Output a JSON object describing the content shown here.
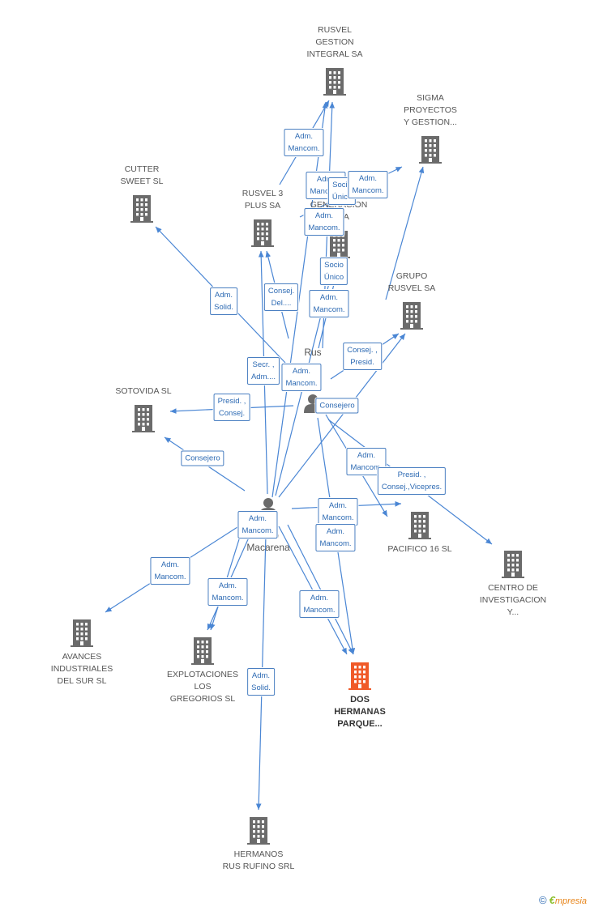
{
  "companies": [
    {
      "id": "rusvel-gestion",
      "name": "RUSVEL\nGESTION\nINTEGRAL SA",
      "label_pos": "above",
      "main": false
    },
    {
      "id": "sigma",
      "name": "SIGMA\nPROYECTOS\nY GESTION...",
      "label_pos": "above",
      "main": false
    },
    {
      "id": "cutter",
      "name": "CUTTER\nSWEET  SL",
      "label_pos": "above",
      "main": false
    },
    {
      "id": "rusvel3",
      "name": "RUSVEL 3\nPLUS SA",
      "label_pos": "above",
      "main": false
    },
    {
      "id": "generacion",
      "name": "GENERACION\n... SA",
      "label_pos": "above",
      "main": false
    },
    {
      "id": "grupo-rusvel",
      "name": "GRUPO\nRUSVEL SA",
      "label_pos": "above",
      "main": false
    },
    {
      "id": "sotovida",
      "name": "SOTOVIDA SL",
      "label_pos": "above",
      "main": false
    },
    {
      "id": "pacifico",
      "name": "PACIFICO 16 SL",
      "label_pos": "below",
      "main": false
    },
    {
      "id": "centro",
      "name": "CENTRO DE\nINVESTIGACION\nY...",
      "label_pos": "below",
      "main": false
    },
    {
      "id": "avances",
      "name": "AVANCES\nINDUSTRIALES\nDEL SUR SL",
      "label_pos": "below",
      "main": false
    },
    {
      "id": "explotaciones",
      "name": "EXPLOTACIONES\nLOS\nGREGORIOS  SL",
      "label_pos": "below",
      "main": false
    },
    {
      "id": "dos-hermanas",
      "name": "DOS\nHERMANAS\nPARQUE...",
      "label_pos": "below",
      "main": true
    },
    {
      "id": "hermanos",
      "name": "HERMANOS\nRUS RUFINO SRL",
      "label_pos": "below",
      "main": false
    }
  ],
  "persons": [
    {
      "id": "rus",
      "name": "Rus\n..."
    },
    {
      "id": "macarena",
      "name": "... no\nMacarena"
    }
  ],
  "edges": [
    {
      "from": "rus",
      "to": "rusvel-gestion"
    },
    {
      "from": "rus",
      "to": "rusvel-gestion"
    },
    {
      "from": "rus",
      "to": "sigma"
    },
    {
      "from": "rus",
      "to": "sigma"
    },
    {
      "from": "rus",
      "to": "cutter"
    },
    {
      "from": "rus",
      "to": "rusvel3"
    },
    {
      "from": "rus",
      "to": "generacion"
    },
    {
      "from": "rus",
      "to": "grupo-rusvel"
    },
    {
      "from": "rus",
      "to": "sotovida"
    },
    {
      "from": "rus",
      "to": "pacifico"
    },
    {
      "from": "rus",
      "to": "centro"
    },
    {
      "from": "rus",
      "to": "dos-hermanas"
    },
    {
      "from": "macarena",
      "to": "rusvel-gestion"
    },
    {
      "from": "macarena",
      "to": "rusvel3"
    },
    {
      "from": "macarena",
      "to": "generacion"
    },
    {
      "from": "macarena",
      "to": "grupo-rusvel"
    },
    {
      "from": "macarena",
      "to": "sotovida"
    },
    {
      "from": "macarena",
      "to": "pacifico"
    },
    {
      "from": "macarena",
      "to": "avances"
    },
    {
      "from": "macarena",
      "to": "explotaciones"
    },
    {
      "from": "macarena",
      "to": "explotaciones"
    },
    {
      "from": "macarena",
      "to": "dos-hermanas"
    },
    {
      "from": "macarena",
      "to": "dos-hermanas"
    },
    {
      "from": "macarena",
      "to": "hermanos"
    }
  ],
  "roles": [
    {
      "id": "r1",
      "text": "Adm.\nMancom."
    },
    {
      "id": "r2",
      "text": "Adm.\nMancom."
    },
    {
      "id": "r3",
      "text": "Socio\nÚnico"
    },
    {
      "id": "r4",
      "text": "Adm.\nMancom."
    },
    {
      "id": "r5",
      "text": "Adm.\nMancom."
    },
    {
      "id": "r6",
      "text": "Socio\nÚnico"
    },
    {
      "id": "r7",
      "text": "Adm.\nSolid."
    },
    {
      "id": "r8",
      "text": "Consej.\nDel...."
    },
    {
      "id": "r9",
      "text": "Adm.\nMancom."
    },
    {
      "id": "r10",
      "text": "Consej. ,\nPresid."
    },
    {
      "id": "r11",
      "text": "Secr. ,\nAdm...."
    },
    {
      "id": "r12",
      "text": "Adm.\nMancom."
    },
    {
      "id": "r13",
      "text": "Presid. ,\nConsej."
    },
    {
      "id": "r14",
      "text": "Consejero"
    },
    {
      "id": "r15",
      "text": "Consejero"
    },
    {
      "id": "r16",
      "text": "Adm.\nMancom."
    },
    {
      "id": "r17",
      "text": "Presid. ,\nConsej.,Vicepres."
    },
    {
      "id": "r18",
      "text": "Adm.\nMancom."
    },
    {
      "id": "r19",
      "text": "Adm.\nMancom."
    },
    {
      "id": "r20",
      "text": "Adm.\nMancom."
    },
    {
      "id": "r21",
      "text": "Adm.\nMancom."
    },
    {
      "id": "r22",
      "text": "Adm.\nMancom."
    },
    {
      "id": "r23",
      "text": "Adm.\nMancom."
    },
    {
      "id": "r24",
      "text": "Adm.\nSolid."
    }
  ],
  "brand": {
    "copyright": "©",
    "e": "€",
    "name": "mpresia"
  },
  "colors": {
    "edge": "#4a86d4",
    "building": "#6b6b6b",
    "main_building": "#f05a28",
    "role_border": "#4a7fc1",
    "role_text": "#2d6ab3"
  }
}
